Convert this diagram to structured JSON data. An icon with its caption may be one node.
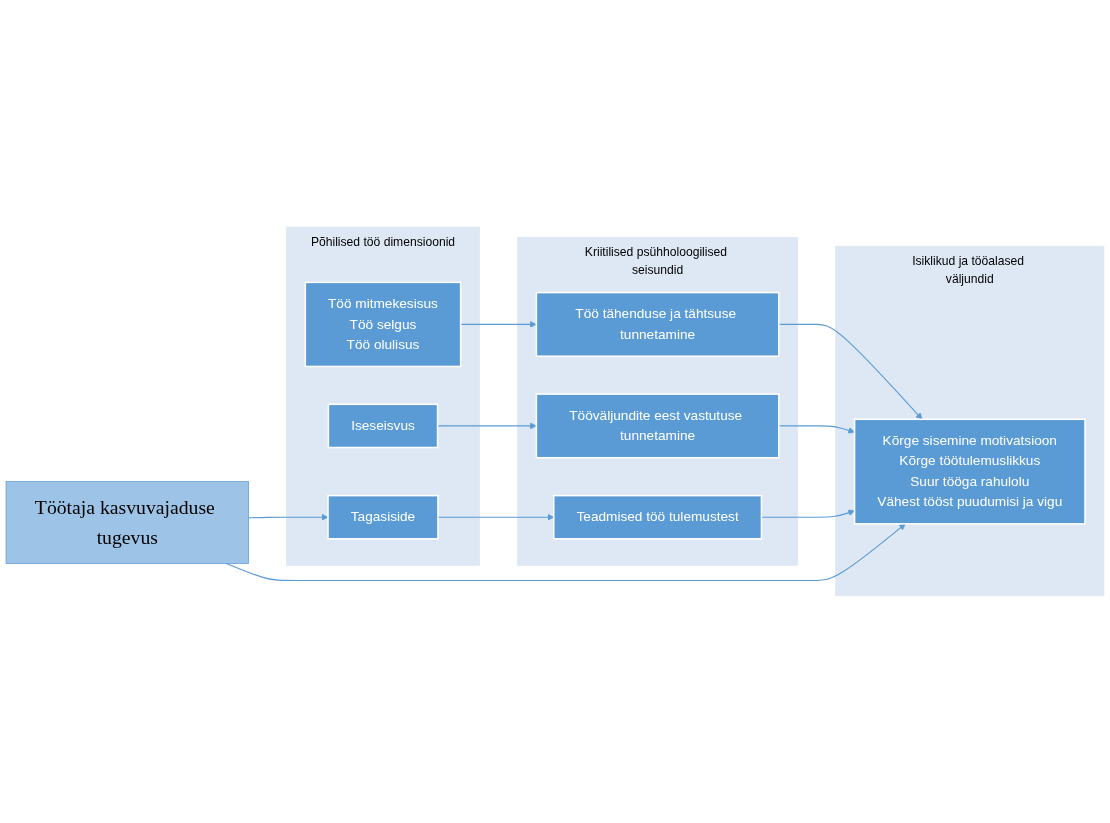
{
  "diagram": {
    "nodes": [
      {
        "text": [
          "Põhilised töö dimensioonid"
        ]
      },
      {
        "text": [
          "Töö mitmekesisus",
          "Töö selgus",
          "Töö olulisus"
        ],
        "in": 0
      },
      {
        "text": [
          "Iseseisvus"
        ],
        "in": 0
      },
      {
        "text": [
          "Tagasiside"
        ],
        "in": 0
      },
      {
        "text": [
          "Kriitilised psühholoogilised seisundid"
        ]
      },
      {
        "text": [
          "Töö tähenduse ja tähtsuse tunnetamine"
        ],
        "in": 4
      },
      {
        "text": [
          "Tööväljundite eest vastutuse tunnetamine"
        ],
        "in": 4
      },
      {
        "text": [
          "Teadmised töö tulemustest"
        ],
        "in": 4
      },
      {
        "text": [
          "Isiklikud ja tööalased väljundid"
        ]
      },
      {
        "text": [
          "Kõrge sisemine motivatsioon",
          "Kõrge töötulemuslikkus",
          "Suur tööga rahulolu",
          "Vähest tööst puudumisi ja vigu"
        ],
        "in": 8
      },
      {
        "text": [
          "Töötaja kasvuvajaduse tugevus"
        ]
      }
    ],
    "edges": [
      {
        "from": 1,
        "to": 5,
        "arrow": "to"
      },
      {
        "from": 2,
        "to": 6,
        "arrow": "to"
      },
      {
        "from": 3,
        "to": 7,
        "arrow": "to"
      },
      {
        "from": 5,
        "to": 9,
        "arrow": "to"
      },
      {
        "from": 6,
        "to": 9,
        "arrow": "to"
      },
      {
        "from": 7,
        "to": 9,
        "arrow": "to"
      },
      {
        "from": 10,
        "to": 3,
        "arrow": "to"
      },
      {
        "from": 10,
        "to": 9,
        "arrow": "to"
      }
    ]
  }
}
